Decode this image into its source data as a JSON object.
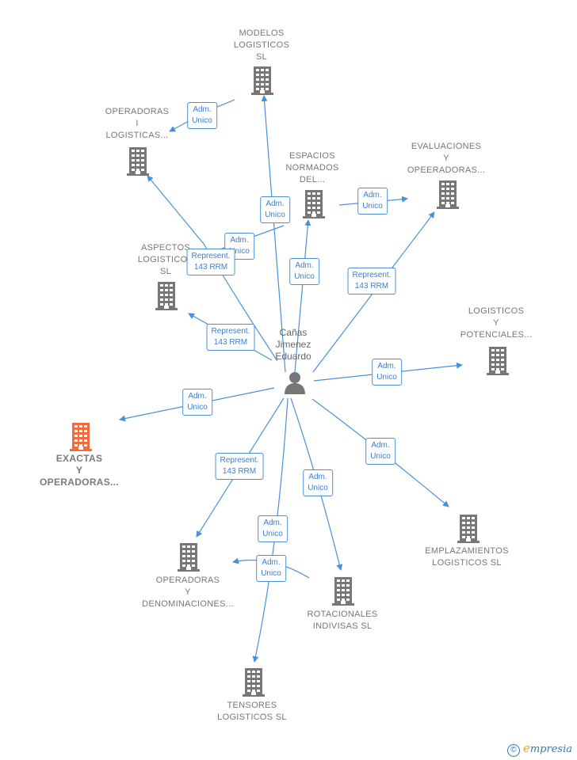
{
  "colors": {
    "edge": "#4a90d9",
    "building": "#777777",
    "building_highlight": "#f26a3d",
    "label": "#777777"
  },
  "center": {
    "name_lines": [
      "Cañas",
      "Jimenez",
      "Eduardo"
    ],
    "icon": "person-icon"
  },
  "nodes": [
    {
      "id": "modelos",
      "lines": [
        "MODELOS",
        "LOGISTICOS",
        "SL"
      ],
      "icon": "building-icon"
    },
    {
      "id": "operadoras-i",
      "lines": [
        "OPERADORAS",
        "I",
        "LOGISTICAS..."
      ],
      "icon": "building-icon"
    },
    {
      "id": "espacios",
      "lines": [
        "ESPACIOS",
        "NORMADOS",
        "DEL..."
      ],
      "icon": "building-icon"
    },
    {
      "id": "evaluaciones",
      "lines": [
        "EVALUACIONES",
        "Y",
        "OPEERADORAS..."
      ],
      "icon": "building-icon"
    },
    {
      "id": "aspectos",
      "lines": [
        "ASPECTOS",
        "LOGISTICOS",
        "SL"
      ],
      "icon": "building-icon"
    },
    {
      "id": "potenciales",
      "lines": [
        "LOGISTICOS",
        "Y",
        "POTENCIALES..."
      ],
      "icon": "building-icon"
    },
    {
      "id": "exactas",
      "lines": [
        "EXACTAS",
        "Y",
        "OPERADORAS..."
      ],
      "icon": "building-icon",
      "highlight": true
    },
    {
      "id": "emplazamientos",
      "lines": [
        "EMPLAZAMIENTOS",
        "LOGISTICOS SL"
      ],
      "icon": "building-icon"
    },
    {
      "id": "denominaciones",
      "lines": [
        "OPERADORAS",
        "Y",
        "DENOMINACIONES..."
      ],
      "icon": "building-icon"
    },
    {
      "id": "rotacionales",
      "lines": [
        "ROTACIONALES",
        "INDIVISAS  SL"
      ],
      "icon": "building-icon"
    },
    {
      "id": "tensores",
      "lines": [
        "TENSORES",
        "LOGISTICOS SL"
      ],
      "icon": "building-icon"
    }
  ],
  "badges": [
    {
      "id": "b-modelos-operadoras",
      "lines": [
        "Adm.",
        "Unico"
      ]
    },
    {
      "id": "b-modelos",
      "lines": [
        "Adm.",
        "Unico"
      ]
    },
    {
      "id": "b-espacios-eval",
      "lines": [
        "Adm.",
        "Unico"
      ]
    },
    {
      "id": "b-espacios",
      "lines": [
        "Adm.",
        "Unico"
      ]
    },
    {
      "id": "b-operadoras-i-adm",
      "lines": [
        "Adm.",
        "Unico"
      ]
    },
    {
      "id": "b-operadoras-i-rep",
      "lines": [
        "Represent.",
        "143 RRM"
      ]
    },
    {
      "id": "b-evaluaciones",
      "lines": [
        "Represent.",
        "143 RRM"
      ]
    },
    {
      "id": "b-aspectos",
      "lines": [
        "Represent.",
        "143 RRM"
      ]
    },
    {
      "id": "b-potenciales",
      "lines": [
        "Adm.",
        "Unico"
      ]
    },
    {
      "id": "b-exactas",
      "lines": [
        "Adm.",
        "Unico"
      ]
    },
    {
      "id": "b-emplazamientos",
      "lines": [
        "Adm.",
        "Unico"
      ]
    },
    {
      "id": "b-denominaciones",
      "lines": [
        "Represent.",
        "143 RRM"
      ]
    },
    {
      "id": "b-rotacionales",
      "lines": [
        "Adm.",
        "Unico"
      ]
    },
    {
      "id": "b-tensores",
      "lines": [
        "Adm.",
        "Unico"
      ]
    },
    {
      "id": "b-tensores-denom",
      "lines": [
        "Adm.",
        "Unico"
      ]
    }
  ],
  "footer": {
    "copyright": "©",
    "brand_first": "e",
    "brand_rest": "mpresia"
  }
}
